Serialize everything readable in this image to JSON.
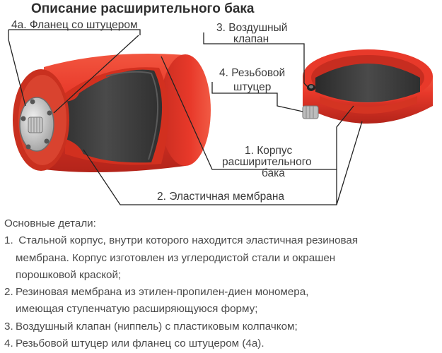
{
  "title": "Описание расширительного бака",
  "callouts": {
    "flange_4a": "4а. Фланец со штуцером",
    "air_valve": [
      "3. Воздушный",
      "клапан"
    ],
    "thread_4": [
      "4. Резьбовой",
      "штуцер"
    ],
    "body_1": [
      "1. Корпус",
      "расширительного",
      "бака"
    ],
    "membrane_2": "2. Эластичная мембрана"
  },
  "colors": {
    "tank_red": "#e8392a",
    "tank_red_dark": "#b3241a",
    "membrane": "#3b3b3b",
    "leader_line": "#222222"
  },
  "details": {
    "heading": "Основные детали:",
    "items": [
      {
        "num": "1.",
        "lines": [
          " Стальной корпус, внутри которого находится эластичная резиновая",
          "мембрана. Корпус изготовлен из углеродистой стали и окрашен",
          "порошковой краской;"
        ]
      },
      {
        "num": "2.",
        "lines": [
          "Резиновая мембрана из этилен-пропилен-диен мономера,",
          "имеющая ступенчатую расширяющуюся форму;"
        ]
      },
      {
        "num": "3.",
        "lines": [
          "Воздушный клапан (ниппель) с пластиковым колпачком;"
        ]
      },
      {
        "num": "4.",
        "lines": [
          "Резьбовой штуцер или фланец со штуцером (4а)."
        ]
      }
    ]
  }
}
